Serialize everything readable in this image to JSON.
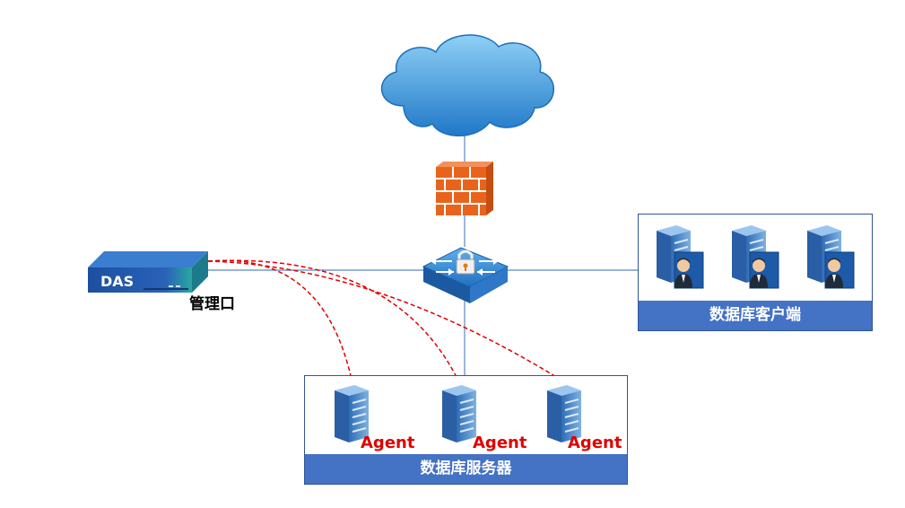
{
  "das": {
    "label": "DAS",
    "port_label": "管理口"
  },
  "client_group": {
    "label": "数据库客户端"
  },
  "server_group": {
    "label": "数据库服务器",
    "agent_label": "Agent"
  },
  "icons": {
    "cloud": "cloud-icon",
    "firewall": "firewall-icon",
    "switch": "secure-switch-icon",
    "das": "das-appliance-icon",
    "client": "database-client-icon",
    "server": "database-server-icon"
  },
  "colors": {
    "link_line": "#5b86c4",
    "mirror_line": "#e00000",
    "group_bar": "#4472c4",
    "agent_text": "#e00000",
    "firewall": "#e8641c",
    "cloud": "#2f8fd8"
  }
}
